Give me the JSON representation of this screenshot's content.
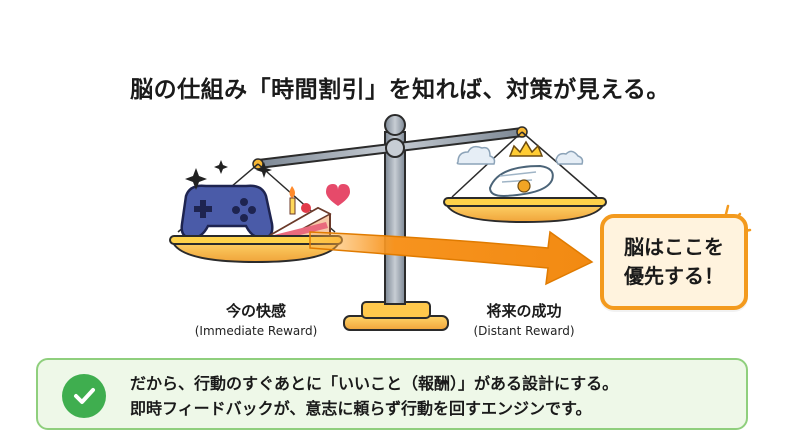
{
  "headline": "脳の仕組み「時間割引」を知れば、対策が見える。",
  "left_pan": {
    "title": "今の快感",
    "subtitle": "(Immediate Reward)",
    "items": [
      "game-controller-icon",
      "cake-icon",
      "heart-icon",
      "sparkle-icon"
    ]
  },
  "right_pan": {
    "title": "将来の成功",
    "subtitle": "(Distant Reward)",
    "items": [
      "diploma-scroll-icon",
      "crown-icon",
      "cloud-icon"
    ]
  },
  "callout": {
    "line1": "脳はここを",
    "line2": "優先する！"
  },
  "banner": {
    "line1": "だから、行動のすぐあとに「いいこと（報酬）」がある設計にする。",
    "line2": "即時フィードバックが、意志に頼らず行動を回すエンジンです。"
  },
  "colors": {
    "accent_orange": "#f39a1e",
    "banner_green": "#3fae4f",
    "banner_bg": "#eef8e8",
    "scale_steel": "#9aa3ad"
  }
}
